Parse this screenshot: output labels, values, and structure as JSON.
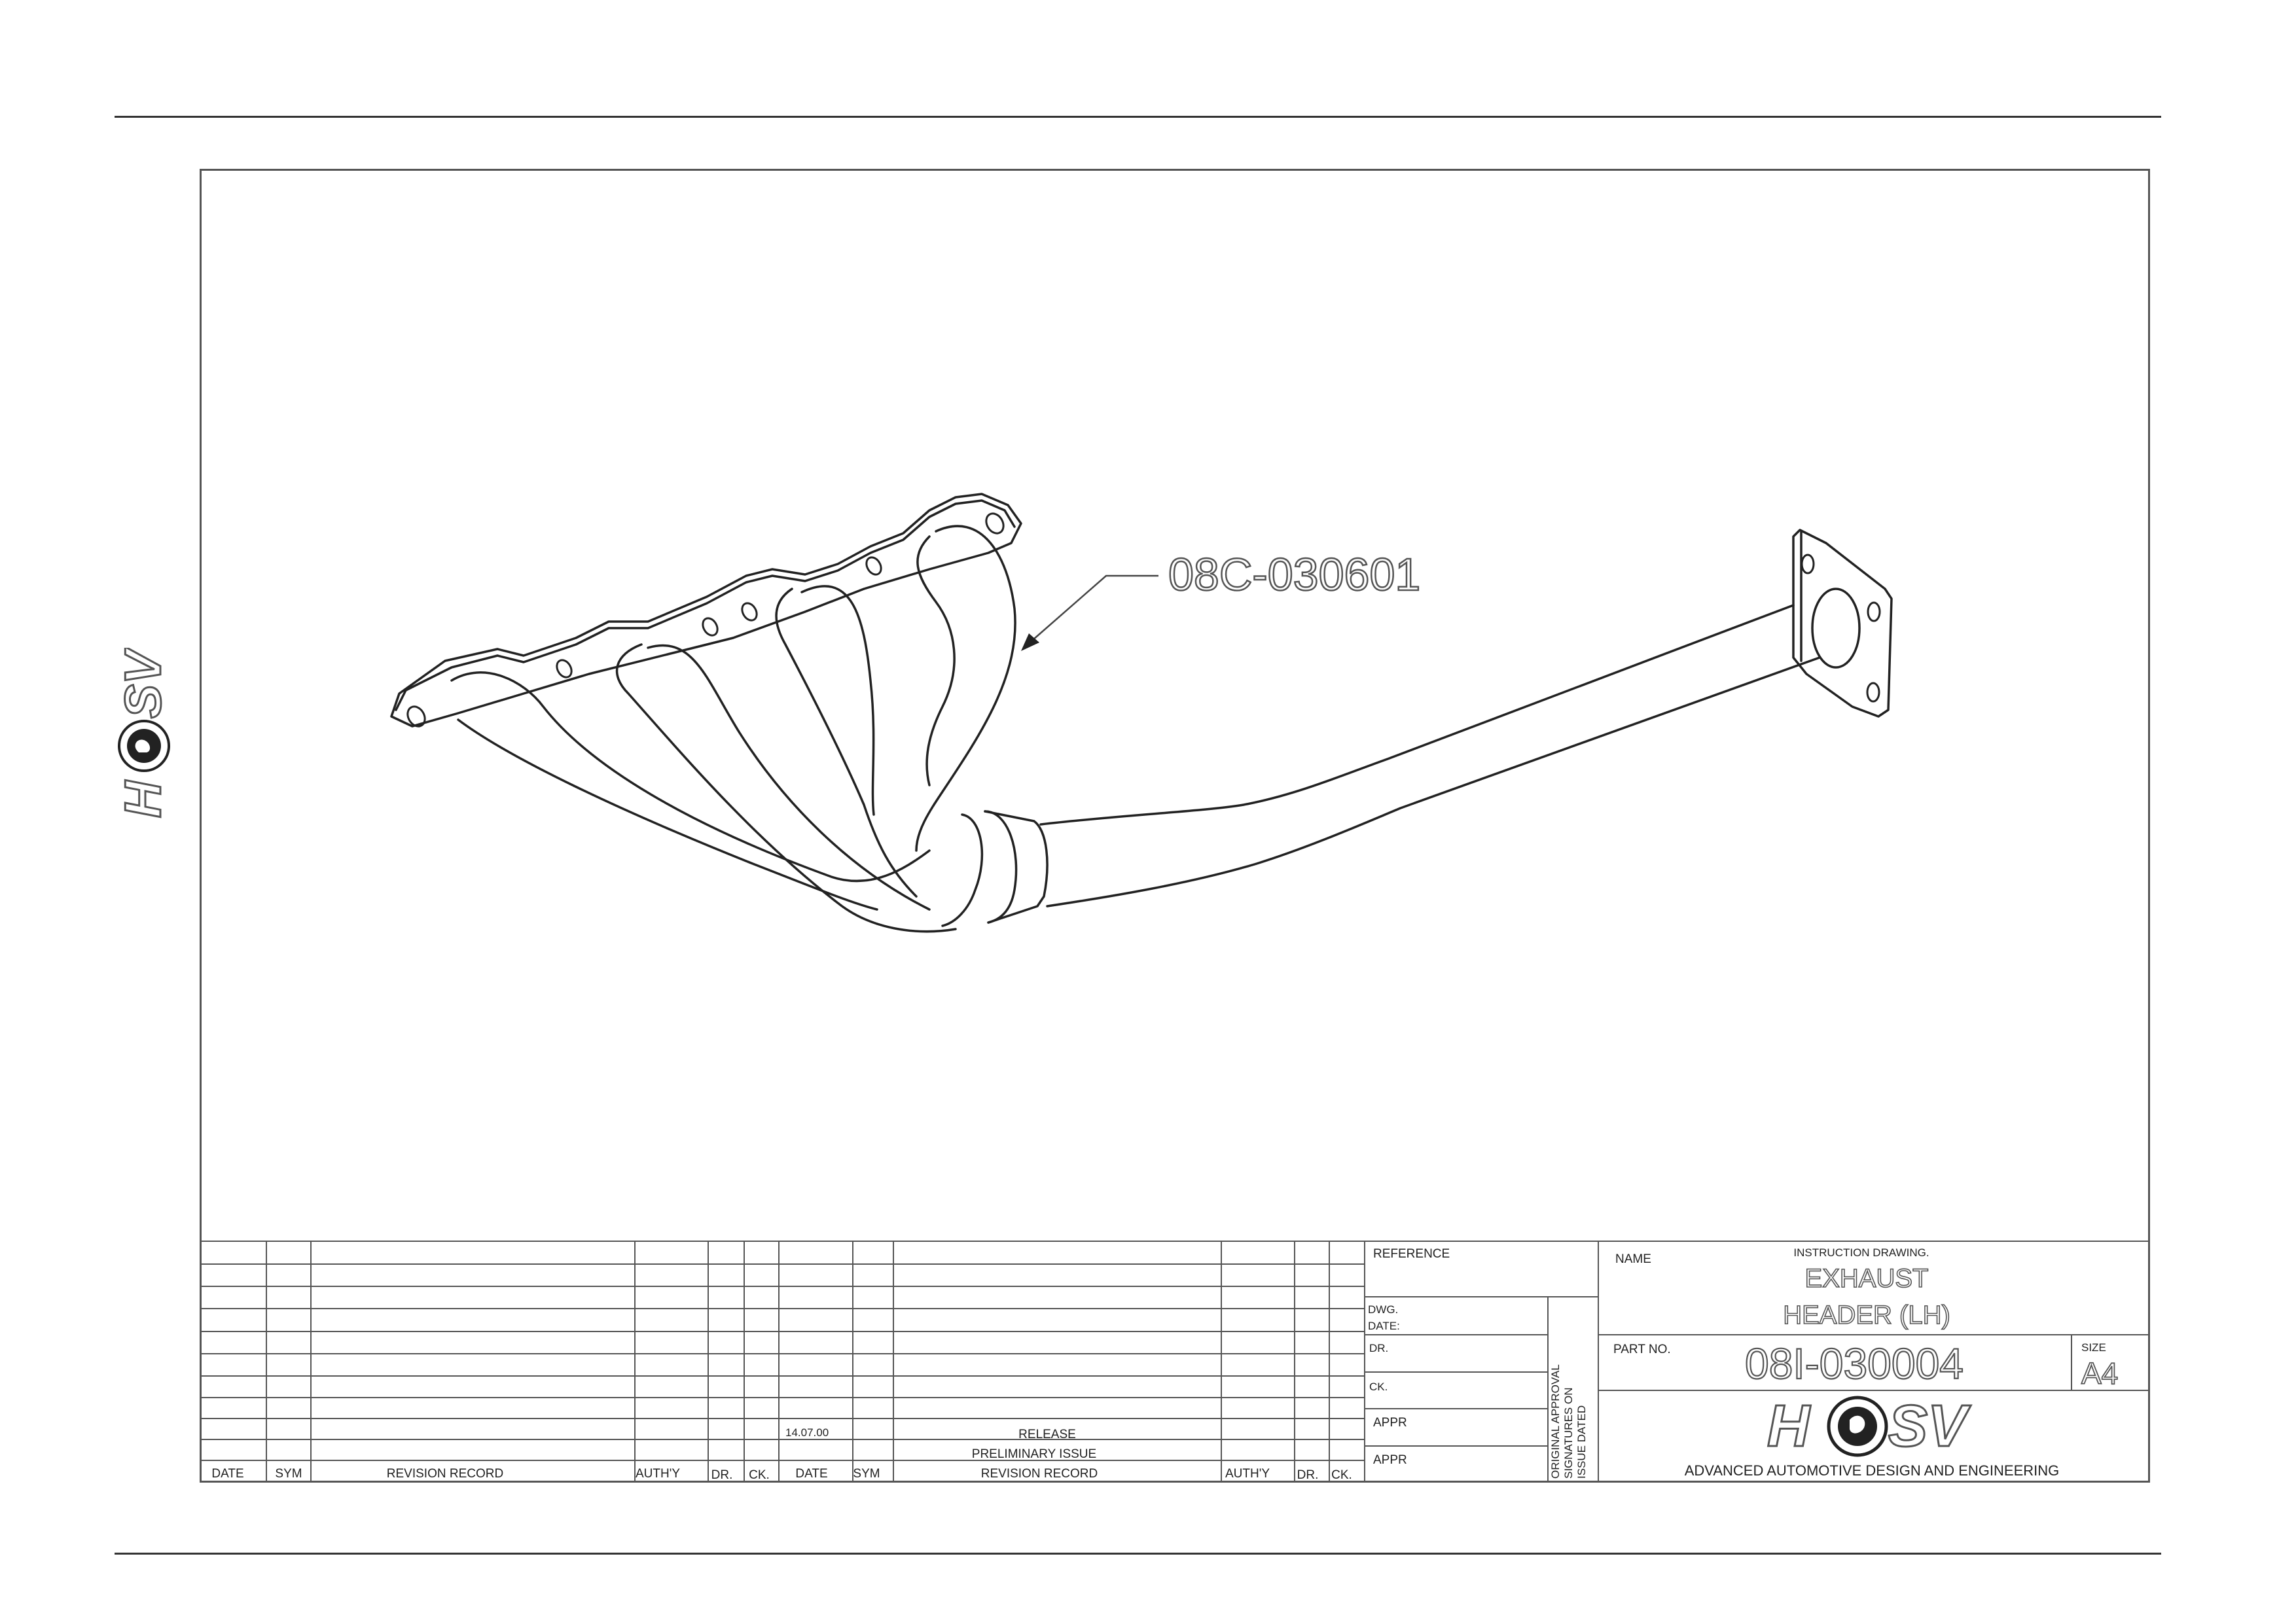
{
  "callout": "08C-030601",
  "revision_table": {
    "headers_left": [
      "DATE",
      "SYM",
      "REVISION RECORD",
      "AUTH'Y",
      "DR.",
      "CK."
    ],
    "headers_right": [
      "DATE",
      "SYM",
      "REVISION RECORD",
      "AUTH'Y",
      "DR.",
      "CK."
    ],
    "entries": [
      {
        "date": "14.07.00",
        "record": "RELEASE"
      },
      {
        "date": "",
        "record": "PRELIMINARY ISSUE"
      }
    ]
  },
  "title_block": {
    "reference_label": "REFERENCE",
    "dwg_label": "DWG.",
    "date_label": "DATE:",
    "dr_label": "DR.",
    "ck_label": "CK.",
    "appr_label_1": "APPR",
    "appr_label_2": "APPR",
    "approval_line_1": "ORIGINAL APPROVAL",
    "approval_line_2": "SIGNATURES ON",
    "approval_line_3": "ISSUE DATED",
    "name_label": "NAME",
    "drawing_type": "INSTRUCTION DRAWING.",
    "title_line_1": "EXHAUST",
    "title_line_2": "HEADER (LH)",
    "part_no_label": "PART NO.",
    "part_no": "08I-030004",
    "size_label": "SIZE",
    "size": "A4",
    "company_tagline": "ADVANCED AUTOMOTIVE DESIGN AND ENGINEERING"
  },
  "logo": {
    "name": "HSV",
    "letters_left": "H",
    "letters_right": "SV"
  },
  "colors": {
    "line": "#222222",
    "frame": "#555555",
    "outline_text": "#555555"
  }
}
